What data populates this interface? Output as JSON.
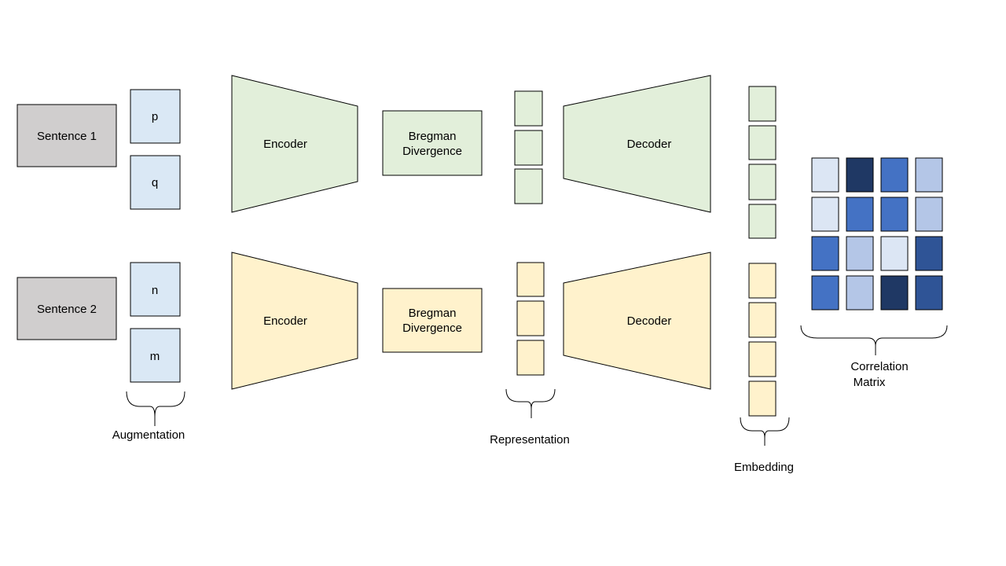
{
  "sentences": {
    "s1": "Sentence 1",
    "s2": "Sentence 2"
  },
  "augmentation": {
    "top": [
      "p",
      "q"
    ],
    "bottom": [
      "n",
      "m"
    ],
    "caption": "Augmentation"
  },
  "encoder": {
    "top": "Encoder",
    "bottom": "Encoder"
  },
  "bregman": {
    "top": [
      "Bregman",
      "Divergence"
    ],
    "bottom": [
      "Bregman",
      "Divergence"
    ]
  },
  "representation": {
    "caption": "Representation"
  },
  "decoder": {
    "top": "Decoder",
    "bottom": "Decoder"
  },
  "embedding": {
    "caption": "Embedding"
  },
  "correlation": {
    "caption": [
      "Correlation",
      "Matrix"
    ],
    "cells": [
      [
        "#dce6f4",
        "#1f3864",
        "#4472c4",
        "#b4c6e7"
      ],
      [
        "#dce6f4",
        "#4472c4",
        "#4472c4",
        "#b4c6e7"
      ],
      [
        "#4472c4",
        "#b4c6e7",
        "#dce6f4",
        "#2f5496"
      ],
      [
        "#4472c4",
        "#b4c6e7",
        "#1f3864",
        "#2f5496"
      ]
    ]
  },
  "colors": {
    "sentence_fill": "#d0cece",
    "aug_fill": "#dae8f5",
    "green_fill": "#e2efda",
    "yellow_fill": "#fff2cc"
  }
}
